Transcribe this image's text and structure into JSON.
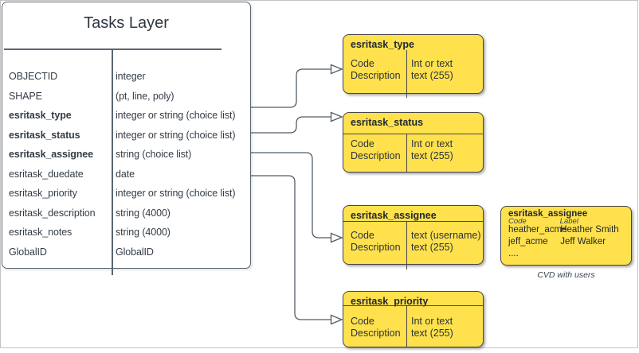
{
  "diagram": {
    "entity": {
      "title": "Tasks Layer",
      "fields": [
        {
          "name": "OBJECTID",
          "type": "integer"
        },
        {
          "name": "SHAPE",
          "type": "(pt, line, poly)"
        },
        {
          "name": "esritask_type",
          "type": "integer or string (choice list)"
        },
        {
          "name": "esritask_status",
          "type": "integer or string (choice list)"
        },
        {
          "name": "esritask_assignee",
          "type": "string (choice list)"
        },
        {
          "name": "esritask_duedate",
          "type": "date"
        },
        {
          "name": "esritask_priority",
          "type": "integer or string (choice list)"
        },
        {
          "name": "esritask_description",
          "type": "string (4000)"
        },
        {
          "name": "esritask_notes",
          "type": "string (4000)"
        },
        {
          "name": "GlobalID",
          "type": "GlobalID"
        }
      ]
    },
    "choice_lists": [
      {
        "title": "esritask_type",
        "left": [
          "Code",
          "Description"
        ],
        "right": [
          "Int or text",
          "text (255)"
        ]
      },
      {
        "title": "esritask_status",
        "left": [
          "Code",
          "Description"
        ],
        "right": [
          "Int or text",
          "text (255)"
        ]
      },
      {
        "title": "esritask_assignee",
        "left": [
          "Code",
          "Description"
        ],
        "right": [
          "text (username)",
          "text (255)"
        ]
      },
      {
        "title": "esritask_priority",
        "left": [
          "Code",
          "Description"
        ],
        "right": [
          "Int or text",
          "text (255)"
        ]
      }
    ],
    "cvd_box": {
      "title": "esritask_assignee",
      "columns": [
        "Code",
        "Label"
      ],
      "rows": [
        {
          "code": "heather_acme",
          "label": "Heather Smith"
        },
        {
          "code": "jeff_acme",
          "label": "Jeff Walker"
        }
      ],
      "ellipsis": "....",
      "caption": "CVD with users"
    },
    "colors": {
      "choice_box_fill": "#FFE14D",
      "choice_box_border": "#474747",
      "entity_border": "#5A6570",
      "connector": "#525C66",
      "text": "#333C46",
      "frame_border": "#C3C3C3"
    }
  }
}
